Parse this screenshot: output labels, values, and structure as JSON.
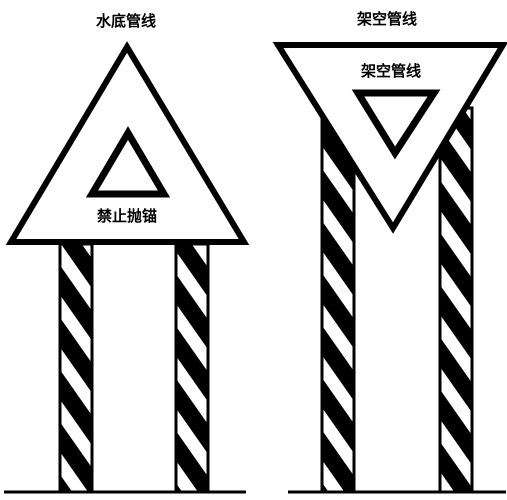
{
  "signs": [
    {
      "caption": "水底管线",
      "panel_text": "禁止抛锚",
      "shape": "upward-triangle"
    },
    {
      "caption": "架空管线",
      "panel_text": "架空管线",
      "shape": "downward-triangle"
    }
  ],
  "colors": {
    "ink": "#000000",
    "background": "#ffffff"
  },
  "post_pattern": "black-white-diagonal-stripes"
}
